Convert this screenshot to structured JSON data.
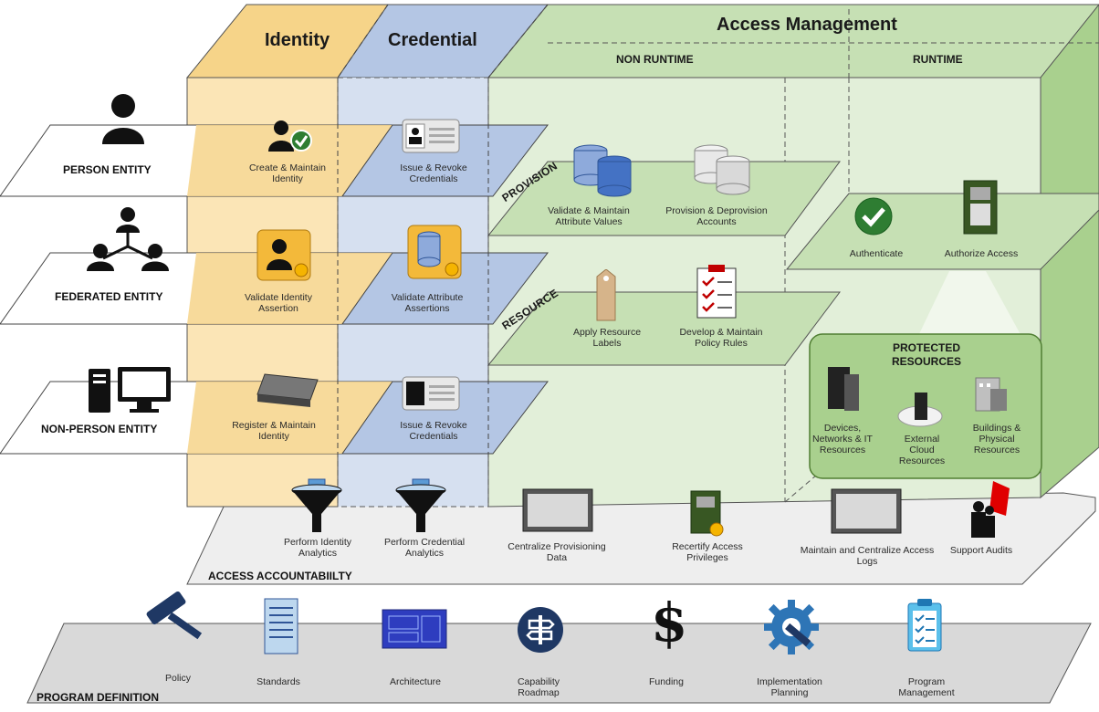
{
  "columns": {
    "identity": "Identity",
    "credential": "Credential",
    "access_management": "Access Management",
    "non_runtime": "NON RUNTIME",
    "runtime": "RUNTIME"
  },
  "entities": {
    "person": "PERSON ENTITY",
    "federated": "FEDERATED ENTITY",
    "non_person": "NON-PERSON ENTITY"
  },
  "identity_tasks": {
    "create": "Create & Maintain Identity",
    "validate": "Validate Identity Assertion",
    "register": "Register & Maintain Identity"
  },
  "credential_tasks": {
    "issue_person": "Issue & Revoke Credentials",
    "validate_attr": "Validate Attribute Assertions",
    "issue_np": "Issue & Revoke Credentials"
  },
  "provision": {
    "label": "PROVISION",
    "validate": "Validate & Maintain Attribute Values",
    "deprovision": "Provision & Deprovision Accounts"
  },
  "resource": {
    "label": "RESOURCE",
    "labels": "Apply Resource Labels",
    "policy": "Develop & Maintain Policy Rules"
  },
  "runtime_tasks": {
    "authenticate": "Authenticate",
    "authorize": "Authorize Access"
  },
  "protected": {
    "title": "PROTECTED RESOURCES",
    "devices": "Devices, Networks & IT Resources",
    "cloud": "External Cloud Resources",
    "buildings": "Buildings & Physical Resources"
  },
  "accountability": {
    "label": "ACCESS ACCOUNTABIILTY",
    "identity_analytics": "Perform Identity Analytics",
    "credential_analytics": "Perform Credential Analytics",
    "centralize": "Centralize Provisioning Data",
    "recertify": "Recertify Access Privileges",
    "logs": "Maintain and Centralize Access Logs",
    "audits": "Support Audits"
  },
  "program": {
    "label": "PROGRAM DEFINITION",
    "policy": "Policy",
    "standards": "Standards",
    "architecture": "Architecture",
    "roadmap": "Capability Roadmap",
    "funding": "Funding",
    "implementation": "Implementation Planning",
    "management": "Program Management",
    "funding_symbol": "$"
  },
  "colors": {
    "identity": "#f6d489",
    "credential": "#b4c6e4",
    "access": "#cfe5b8",
    "access_dark": "#a9d08e",
    "platform": "#e6e6e6",
    "icon_navy": "#1f3864"
  }
}
